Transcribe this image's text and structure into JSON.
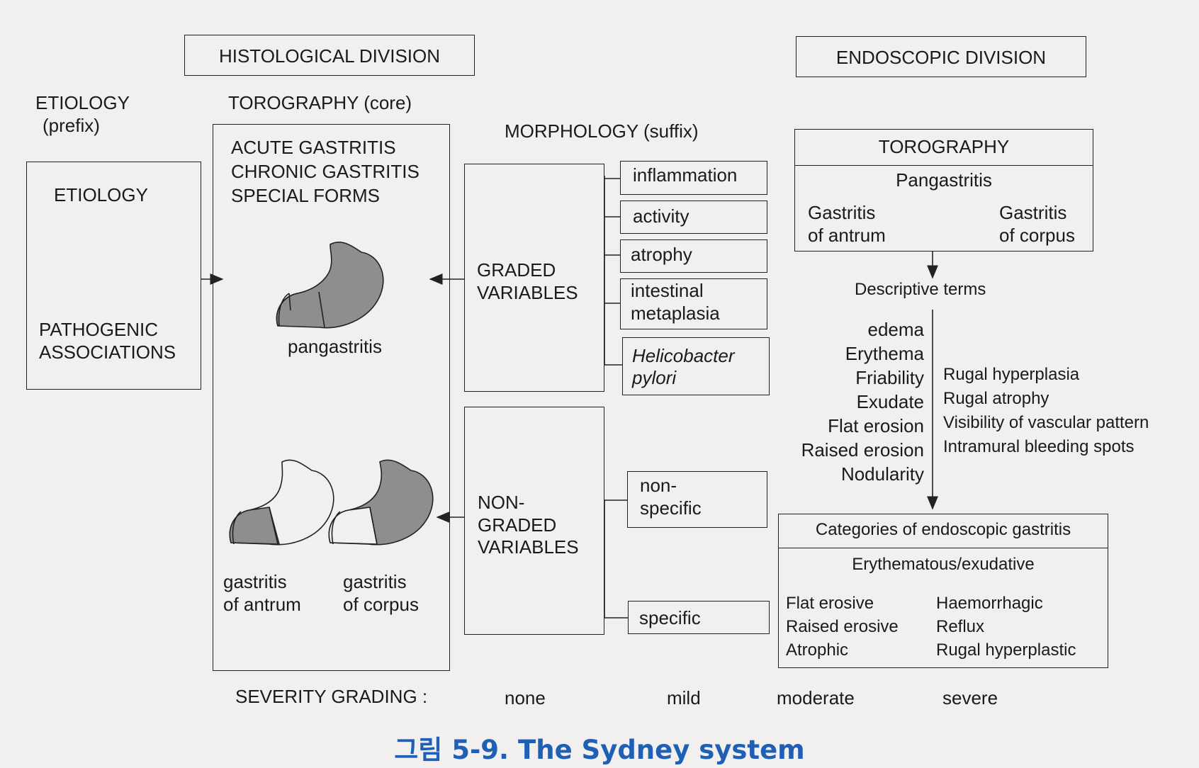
{
  "histological": {
    "title": "HISTOLOGICAL DIVISION",
    "etiology_header": [
      "ETIOLOGY",
      "(prefix)"
    ],
    "etiology_box": {
      "top": "ETIOLOGY",
      "bottom": [
        "PATHOGENIC",
        "ASSOCIATIONS"
      ]
    },
    "torography_header": "TOROGRAPHY (core)",
    "torography_types": [
      "ACUTE GASTRITIS",
      "CHRONIC GASTRITIS",
      "SPECIAL FORMS"
    ],
    "pangastritis_label": "pangastritis",
    "antrum_label": [
      "gastritis",
      "of antrum"
    ],
    "corpus_label": [
      "gastritis",
      "of corpus"
    ],
    "morphology_header": "MORPHOLOGY (suffix)",
    "graded_label": [
      "GRADED",
      "VARIABLES"
    ],
    "graded_items": [
      [
        "inflammation"
      ],
      [
        "activity"
      ],
      [
        "atrophy"
      ],
      [
        "intestinal",
        "metaplasia"
      ],
      [
        "Helicobacter",
        "pylori"
      ]
    ],
    "nongraded_label": [
      "NON-",
      "GRADED",
      "VARIABLES"
    ],
    "nongraded_items": [
      [
        "non-",
        "specific"
      ],
      [
        "specific"
      ]
    ],
    "severity_label": "SEVERITY GRADING :",
    "severity_levels": [
      "none",
      "mild",
      "moderate",
      "severe"
    ]
  },
  "endoscopic": {
    "title": "ENDOSCOPIC DIVISION",
    "torography_title": "TOROGRAPHY",
    "pangastritis": "Pangastritis",
    "antrum": [
      "Gastritis",
      "of antrum"
    ],
    "corpus": [
      "Gastritis",
      "of corpus"
    ],
    "descriptive_terms": "Descriptive terms",
    "terms_left": [
      "edema",
      "Erythema",
      "Friability",
      "Exudate",
      "Flat erosion",
      "Raised erosion",
      "Nodularity"
    ],
    "terms_right": [
      "Rugal hyperplasia",
      "Rugal atrophy",
      "Visibility of vascular pattern",
      "Intramural bleeding spots"
    ],
    "categories_title": "Categories of endoscopic gastritis",
    "categories_main": "Erythematous/exudative",
    "categories_left": [
      "Flat erosive",
      "Raised erosive",
      "Atrophic"
    ],
    "categories_right": [
      "Haemorrhagic",
      "Reflux",
      "Rugal hyperplastic"
    ]
  },
  "caption": "그림 5-9. The Sydney system"
}
